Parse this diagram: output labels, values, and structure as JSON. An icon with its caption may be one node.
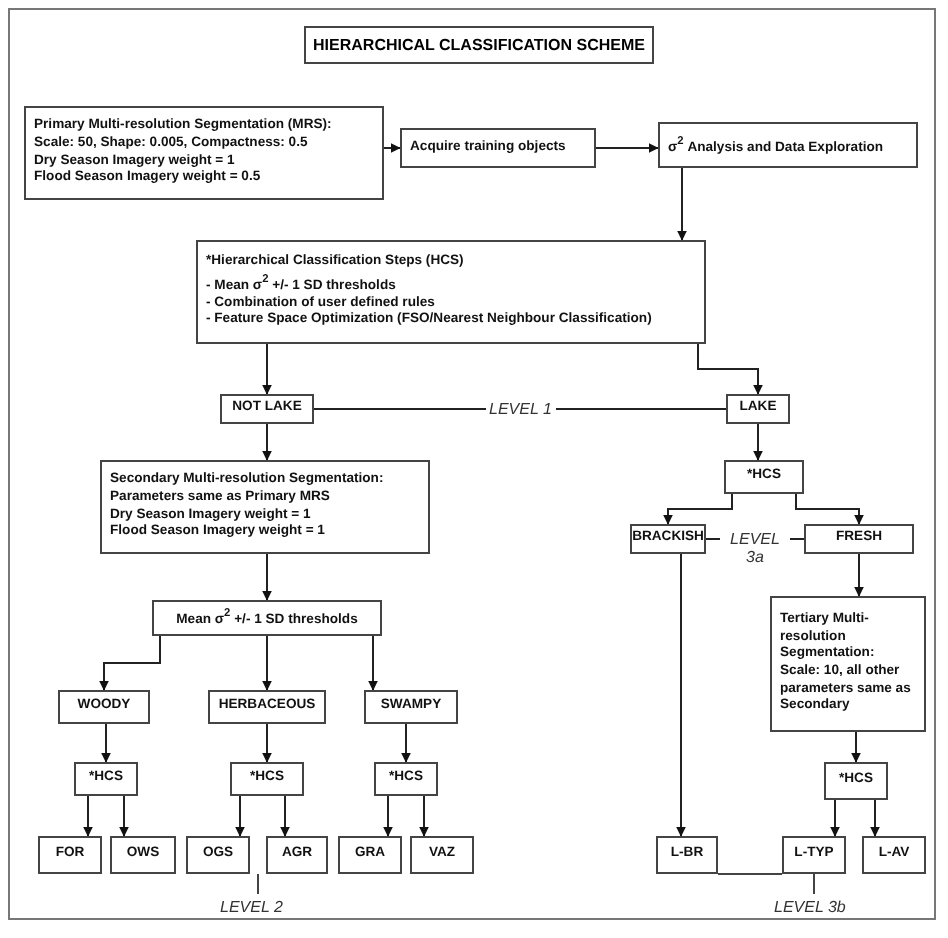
{
  "diagram": {
    "title": "HIERARCHICAL CLASSIFICATION SCHEME",
    "nodes": [
      {
        "text": [
          "Primary Multi-resolution Segmentation (MRS):",
          "Scale: 50, Shape: 0.005, Compactness: 0.5",
          "Dry Season Imagery weight = 1",
          "Flood Season Imagery weight = 0.5"
        ]
      },
      {
        "text": [
          "Acquire training objects"
        ]
      },
      {
        "text": [
          "σ$^{2}$ Analysis and Data Exploration"
        ]
      },
      {
        "text": [
          "*Hierarchical Classification Steps (HCS)",
          "- Mean σ$^{2}$ +/- 1 SD thresholds",
          "- Combination of user defined rules",
          "- Feature Space Optimization (FSO/Nearest Neighbour Classification)"
        ]
      },
      {
        "text": [
          "NOT LAKE"
        ]
      },
      {
        "text": [
          "LAKE"
        ]
      },
      {
        "text": [
          "Secondary Multi-resolution Segmentation:",
          "Parameters same as Primary MRS",
          "Dry Season Imagery weight = 1",
          "Flood Season Imagery weight = 1"
        ]
      },
      {
        "text": [
          "Mean σ$^{2}$ +/- 1 SD thresholds"
        ]
      },
      {
        "text": [
          "WOODY"
        ]
      },
      {
        "text": [
          "HERBACEOUS"
        ]
      },
      {
        "text": [
          "SWAMPY"
        ]
      },
      {
        "text": [
          "*HCS"
        ]
      },
      {
        "text": [
          "*HCS"
        ]
      },
      {
        "text": [
          "*HCS"
        ]
      },
      {
        "text": [
          "FOR"
        ]
      },
      {
        "text": [
          "OWS"
        ]
      },
      {
        "text": [
          "OGS"
        ]
      },
      {
        "text": [
          "AGR"
        ]
      },
      {
        "text": [
          "GRA"
        ]
      },
      {
        "text": [
          "VAZ"
        ]
      },
      {
        "text": [
          "*HCS"
        ]
      },
      {
        "text": [
          "BRACKISH"
        ]
      },
      {
        "text": [
          "FRESH"
        ]
      },
      {
        "text": [
          "Tertiary Multi-resolution Segmentation:",
          "Scale: 10, all other parameters same as Secondary"
        ]
      },
      {
        "text": [
          "*HCS"
        ]
      },
      {
        "text": [
          "L-BR"
        ]
      },
      {
        "text": [
          "L-TYP"
        ]
      },
      {
        "text": [
          "L-AV"
        ]
      }
    ],
    "edges": [
      {
        "from": 0,
        "to": 1,
        "arrow": "to"
      },
      {
        "from": 1,
        "to": 2,
        "arrow": "to"
      },
      {
        "from": 2,
        "to": 3,
        "arrow": "to"
      },
      {
        "from": 3,
        "to": 4,
        "arrow": "to"
      },
      {
        "from": 3,
        "to": 5,
        "arrow": "to"
      },
      {
        "from": 4,
        "to": 5,
        "arrow": "none",
        "label": "LEVEL 1"
      },
      {
        "from": 4,
        "to": 6,
        "arrow": "to"
      },
      {
        "from": 6,
        "to": 7,
        "arrow": "to"
      },
      {
        "from": 7,
        "to": 8,
        "arrow": "to"
      },
      {
        "from": 7,
        "to": 9,
        "arrow": "to"
      },
      {
        "from": 7,
        "to": 10,
        "arrow": "to"
      },
      {
        "from": 8,
        "to": 11,
        "arrow": "to"
      },
      {
        "from": 9,
        "to": 12,
        "arrow": "to"
      },
      {
        "from": 10,
        "to": 13,
        "arrow": "to"
      },
      {
        "from": 11,
        "to": 14,
        "arrow": "to"
      },
      {
        "from": 11,
        "to": 15,
        "arrow": "to"
      },
      {
        "from": 12,
        "to": 16,
        "arrow": "to"
      },
      {
        "from": 12,
        "to": 17,
        "arrow": "to"
      },
      {
        "from": 13,
        "to": 18,
        "arrow": "to"
      },
      {
        "from": 13,
        "to": 19,
        "arrow": "to"
      },
      {
        "from": 5,
        "to": 20,
        "arrow": "to"
      },
      {
        "from": 20,
        "to": 21,
        "arrow": "to"
      },
      {
        "from": 20,
        "to": 22,
        "arrow": "to"
      },
      {
        "from": 21,
        "to": 22,
        "arrow": "none",
        "label": "LEVEL 3a"
      },
      {
        "from": 21,
        "to": 25,
        "arrow": "to"
      },
      {
        "from": 22,
        "to": 23,
        "arrow": "to"
      },
      {
        "from": 23,
        "to": 24,
        "arrow": "to"
      },
      {
        "from": 24,
        "to": 26,
        "arrow": "to"
      },
      {
        "from": 24,
        "to": 27,
        "arrow": "to"
      }
    ],
    "labels": [
      "LEVEL 2",
      "LEVEL 3b"
    ]
  }
}
